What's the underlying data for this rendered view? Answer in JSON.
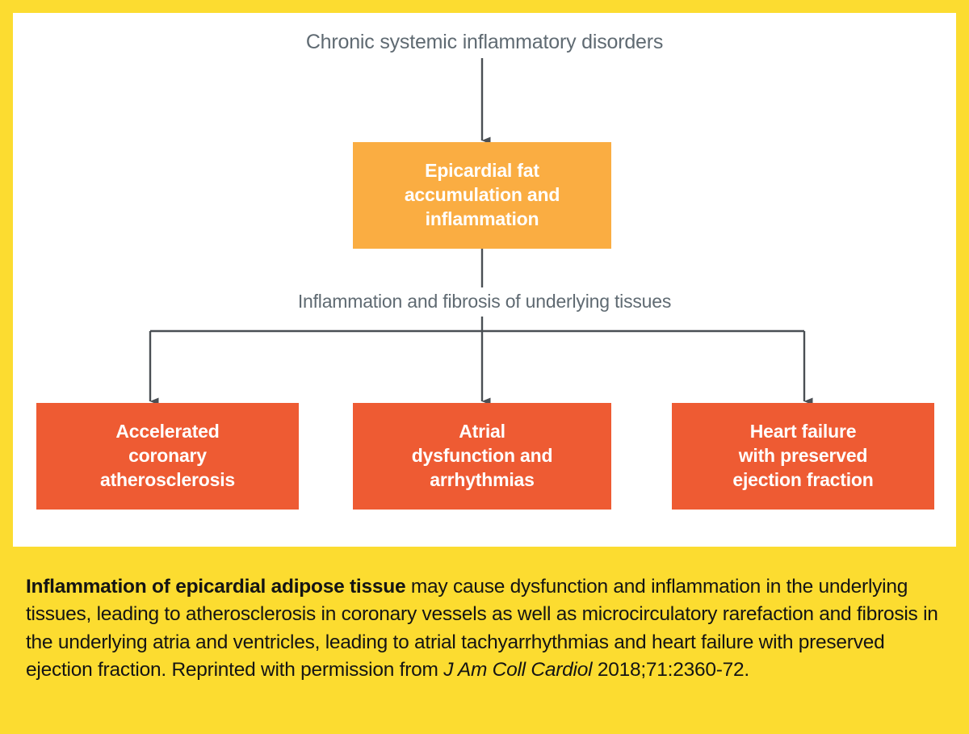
{
  "figure": {
    "border_color": "#FCDC30",
    "panel_background": "#ffffff",
    "caption_background": "#FCDC30"
  },
  "diagram": {
    "type": "flowchart",
    "top_heading": "Chronic systemic inflammatory disorders",
    "middle_heading": "Inflammation and fibrosis of underlying tissues",
    "heading_color": "#5F6A72",
    "connector_color": "#4A4F54",
    "nodes": [
      {
        "id": "epicardial",
        "label": "Epicardial fat accumulation and inflammation",
        "lines": [
          "Epicardial fat",
          "accumulation and",
          "inflammation"
        ],
        "color": "#FAAD42",
        "text_color": "#FFFFFF"
      },
      {
        "id": "atherosclerosis",
        "label": "Accelerated coronary atherosclerosis",
        "lines": [
          "Accelerated",
          "coronary",
          "atherosclerosis"
        ],
        "color": "#EE5B33",
        "text_color": "#FFFFFF"
      },
      {
        "id": "atrial",
        "label": "Atrial dysfunction and arrhythmias",
        "lines": [
          "Atrial",
          "dysfunction and",
          "arrhythmias"
        ],
        "color": "#EE5B33",
        "text_color": "#FFFFFF"
      },
      {
        "id": "hfpef",
        "label": "Heart failure with preserved ejection fraction",
        "lines": [
          "Heart failure",
          "with preserved",
          "ejection fraction"
        ],
        "color": "#EE5B33",
        "text_color": "#FFFFFF"
      }
    ]
  },
  "caption": {
    "lead_in": "Inflammation of epicardial adipose tissue",
    "body_part_1": " may cause dysfunction and inflammation in the underlying tissues, leading to atherosclerosis in coronary vessels as well as microcirculatory rarefaction and fibrosis in the underlying atria and ventricles, leading to atrial tachyarrhythmias and heart failure with preserved ejection fraction. Reprinted with permission from ",
    "journal": "J Am Coll Cardiol",
    "body_part_2": " 2018;71:2360-72."
  }
}
